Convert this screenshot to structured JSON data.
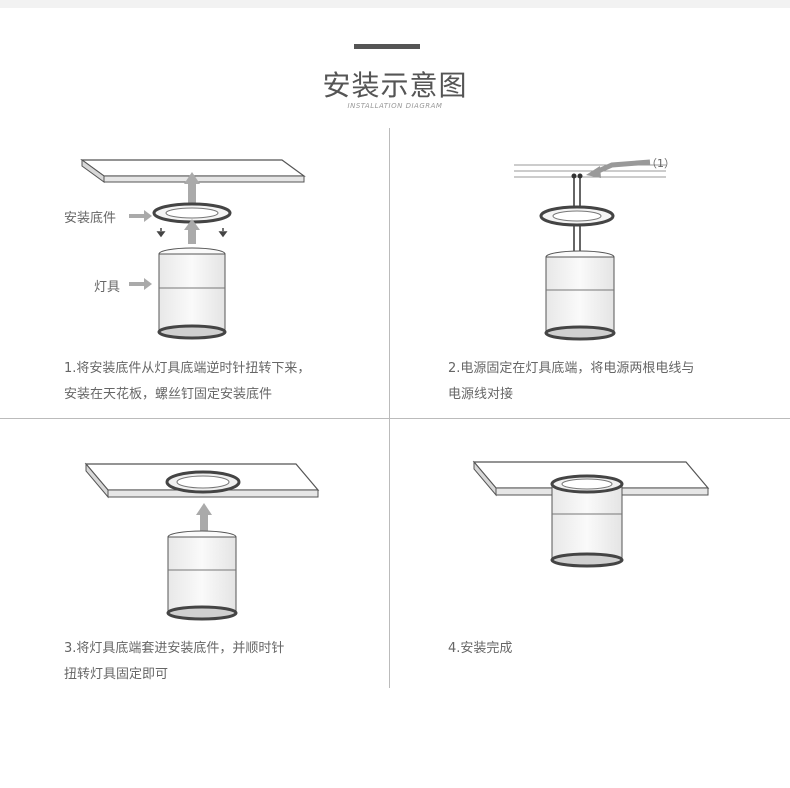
{
  "header": {
    "title": "安装示意图",
    "subtitle": "INSTALLATION DIAGRAM"
  },
  "panel1": {
    "label_base": "安装底件",
    "label_lamp": "灯具",
    "step_line1": "1.将安装底件从灯具底端逆时针扭转下来，",
    "step_line2": "安装在天花板，螺丝钉固定安装底件"
  },
  "panel2": {
    "callout": "（1）",
    "step_line1": "2.电源固定在灯具底端，将电源两根电线与",
    "step_line2": "电源线对接"
  },
  "panel3": {
    "step_line1": "3.将灯具底端套进安装底件，并顺时针",
    "step_line2": "扭转灯具固定即可"
  },
  "panel4": {
    "step_line1": "4.安装完成"
  }
}
